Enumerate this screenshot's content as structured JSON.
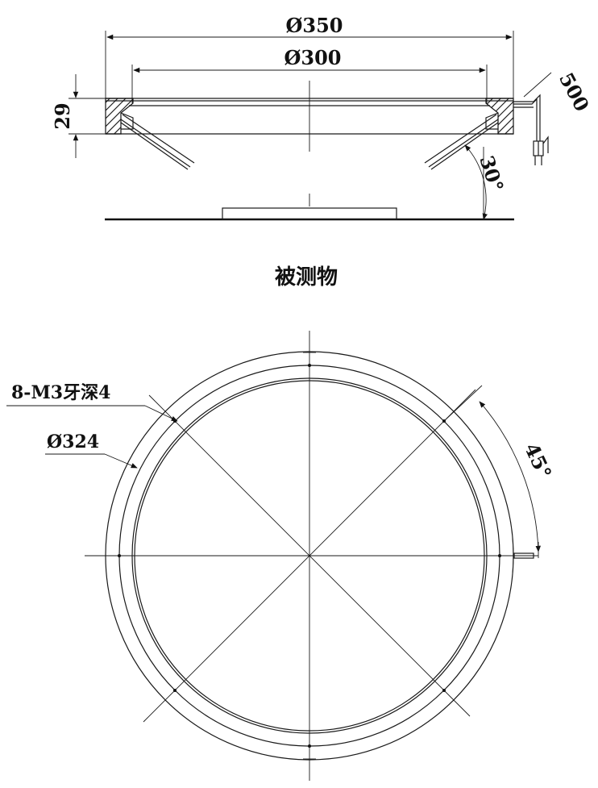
{
  "side_view": {
    "dim_outer": "Ø350",
    "dim_inner": "Ø300",
    "dim_height": "29",
    "dim_cable": "500",
    "dim_angle": "30°",
    "object_label": "被测物"
  },
  "top_view": {
    "hole_callout": "8-M3牙深4",
    "dim_bolt_circle": "Ø324",
    "dim_angle": "45°"
  }
}
